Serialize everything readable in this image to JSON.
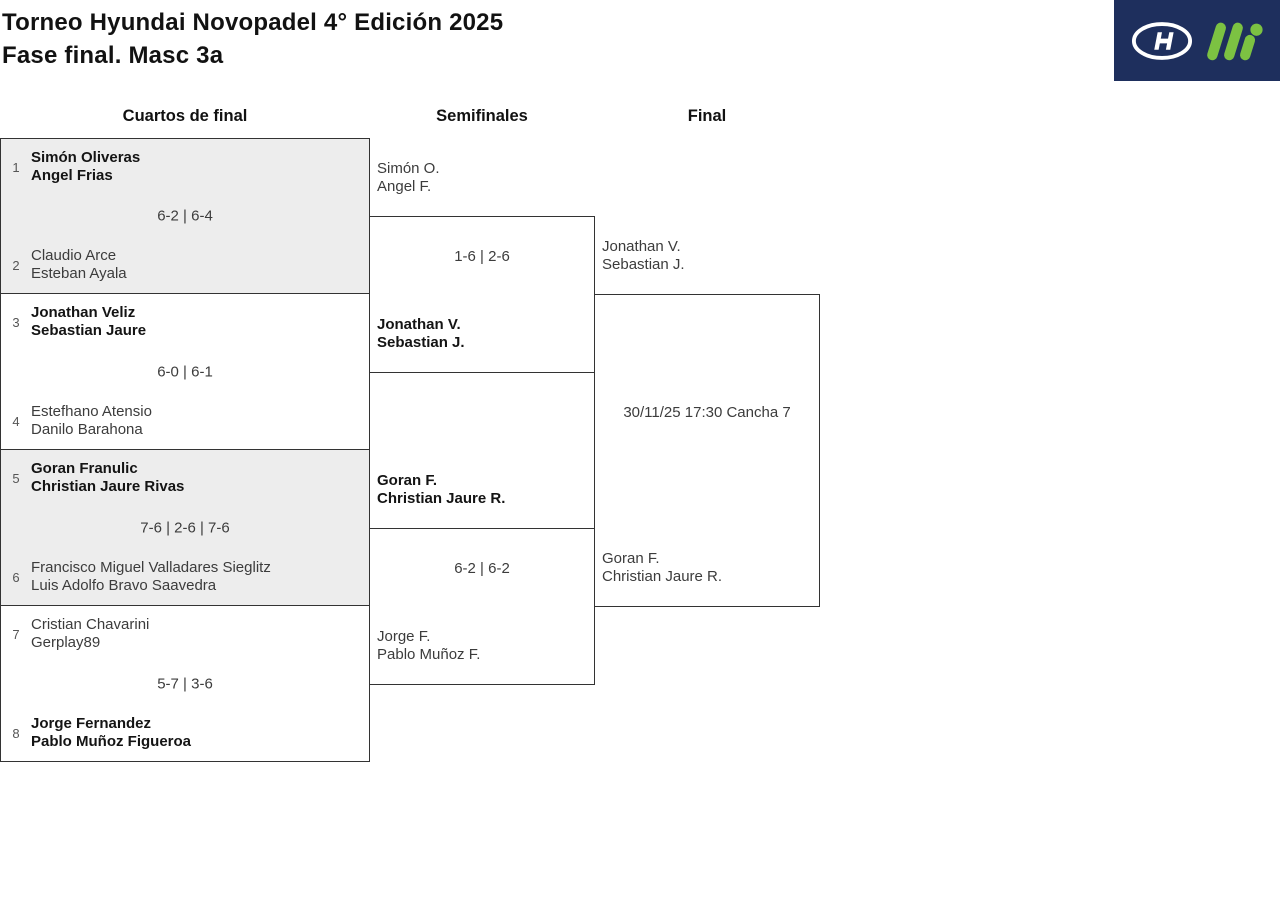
{
  "header": {
    "title_line1": "Torneo Hyundai Novopadel 4° Edición 2025",
    "title_line2": "Fase final. Masc 3a"
  },
  "columns": {
    "quarterfinals": "Cuartos de final",
    "semifinals": "Semifinales",
    "final": "Final"
  },
  "quarterfinals": [
    {
      "seed_top": "1",
      "team_top": [
        "Simón Oliveras",
        "Angel Frias"
      ],
      "top_winner": true,
      "score": "6-2 | 6-4",
      "seed_bottom": "2",
      "team_bottom": [
        "Claudio Arce",
        "Esteban Ayala"
      ],
      "bottom_winner": false
    },
    {
      "seed_top": "3",
      "team_top": [
        "Jonathan Veliz",
        "Sebastian Jaure"
      ],
      "top_winner": true,
      "score": "6-0 | 6-1",
      "seed_bottom": "4",
      "team_bottom": [
        "Estefhano Atensio",
        "Danilo Barahona"
      ],
      "bottom_winner": false
    },
    {
      "seed_top": "5",
      "team_top": [
        "Goran Franulic",
        "Christian Jaure Rivas"
      ],
      "top_winner": true,
      "score": "7-6 | 2-6 | 7-6",
      "seed_bottom": "6",
      "team_bottom": [
        "Francisco Miguel Valladares Sieglitz",
        "Luis Adolfo Bravo Saavedra"
      ],
      "bottom_winner": false
    },
    {
      "seed_top": "7",
      "team_top": [
        "Cristian Chavarini",
        "Gerplay89"
      ],
      "top_winner": false,
      "score": "5-7 | 3-6",
      "seed_bottom": "8",
      "team_bottom": [
        "Jorge Fernandez",
        "Pablo Muñoz Figueroa"
      ],
      "bottom_winner": true
    }
  ],
  "semifinals": [
    {
      "team_top": [
        "Simón O.",
        "Angel F."
      ],
      "top_winner": false,
      "score": "1-6 | 2-6",
      "team_bottom": [
        "Jonathan V.",
        "Sebastian J."
      ],
      "bottom_winner": true
    },
    {
      "team_top": [
        "Goran F.",
        "Christian Jaure R."
      ],
      "top_winner": true,
      "score": "6-2 | 6-2",
      "team_bottom": [
        "Jorge F.",
        "Pablo Muñoz F."
      ],
      "bottom_winner": false
    }
  ],
  "final": {
    "team_top": [
      "Jonathan V.",
      "Sebastian J."
    ],
    "team_bottom": [
      "Goran F.",
      "Christian Jaure R."
    ],
    "schedule": "30/11/25 17:30 Cancha 7"
  },
  "colors": {
    "navy_band": "#1e2f5d",
    "logo_green": "#7cc242",
    "shaded_row": "#ededed",
    "border": "#333333"
  }
}
